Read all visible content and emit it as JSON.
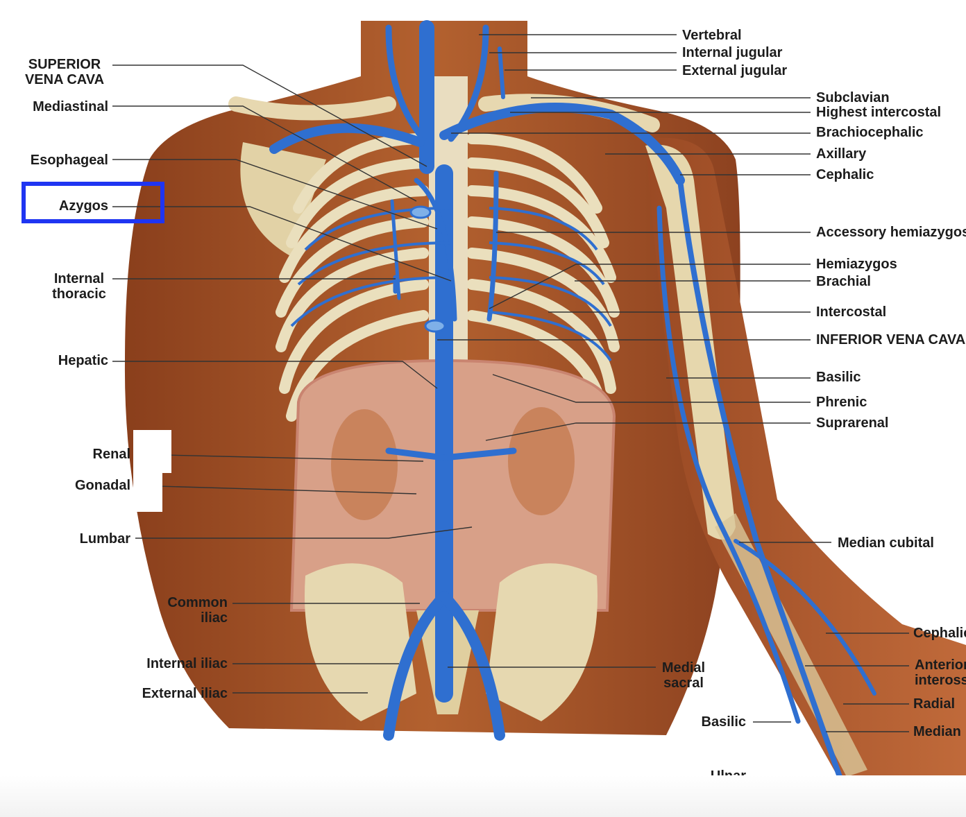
{
  "labels": {
    "vertebral": "Vertebral",
    "internal_jugular": "Internal jugular",
    "external_jugular": "External jugular",
    "superior_vena_cava": "SUPERIOR\nVENA CAVA",
    "mediastinal": "Mediastinal",
    "esophageal": "Esophageal",
    "azygos": "Azygos",
    "internal_thoracic": "Internal\nthoracic",
    "hepatic": "Hepatic",
    "renal": "Renal",
    "gonadal": "Gonadal",
    "lumbar": "Lumbar",
    "common_iliac": "Common\niliac",
    "internal_iliac": "Internal iliac",
    "external_iliac": "External iliac",
    "medial_sacral": "Medial\nsacral",
    "basilic_forearm": "Basilic",
    "ulnar": "Ulnar",
    "subclavian": "Subclavian",
    "highest_intercostal": "Highest intercostal",
    "brachiocephalic": "Brachiocephalic",
    "axillary": "Axillary",
    "cephalic_upper": "Cephalic",
    "accessory_hemiazygos": "Accessory hemiazygos",
    "hemiazygos": "Hemiazygos",
    "brachial": "Brachial",
    "intercostal": "Intercostal",
    "inferior_vena_cava": "INFERIOR VENA CAVA",
    "basilic_arm": "Basilic",
    "phrenic": "Phrenic",
    "suprarenal": "Suprarenal",
    "median_cubital": "Median cubital",
    "cephalic_forearm": "Cephalic",
    "anterior_interosseous": "Anterior\ninterosseous",
    "radial": "Radial",
    "median": "Median"
  },
  "colors": {
    "vein": "#2f6fd0",
    "skin": "#a8552c",
    "bone": "#e9dcb8",
    "highlight": "#1f35f2"
  }
}
